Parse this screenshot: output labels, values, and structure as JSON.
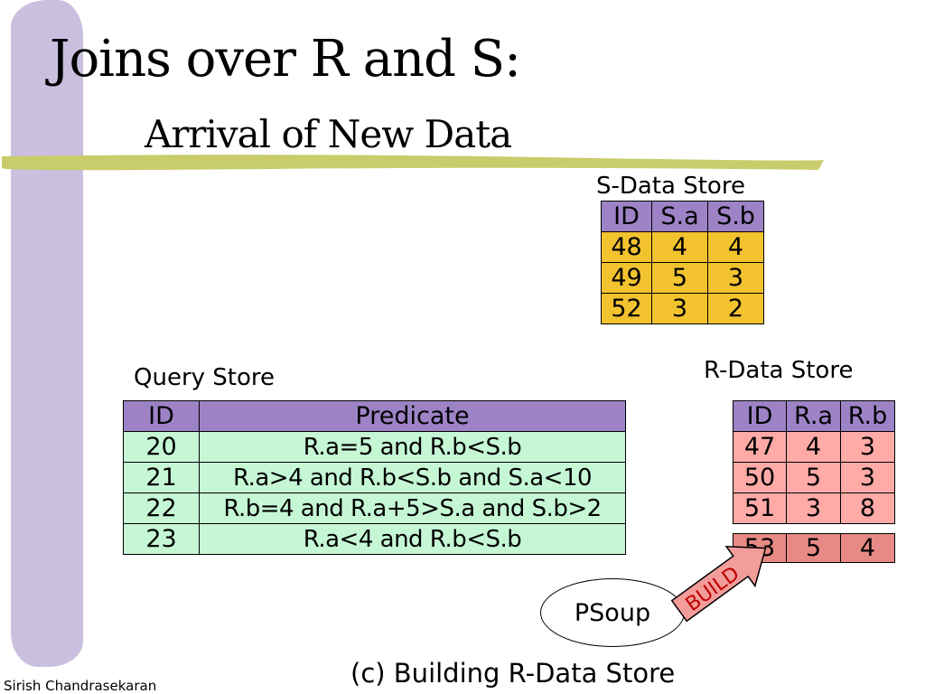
{
  "slide": {
    "title": "Joins over R and S:",
    "subtitle": "Arrival of New Data",
    "caption": "(c) Building R-Data Store",
    "author": "Sirish Chandrasekaran"
  },
  "s_store": {
    "label": "S-Data Store",
    "headers": [
      "ID",
      "S.a",
      "S.b"
    ],
    "rows": [
      [
        "48",
        "4",
        "4"
      ],
      [
        "49",
        "5",
        "3"
      ],
      [
        "52",
        "3",
        "2"
      ]
    ]
  },
  "r_store": {
    "label": "R-Data Store",
    "headers": [
      "ID",
      "R.a",
      "R.b"
    ],
    "rows": [
      [
        "47",
        "4",
        "3"
      ],
      [
        "50",
        "5",
        "3"
      ],
      [
        "51",
        "3",
        "8"
      ]
    ],
    "new_row": [
      "53",
      "5",
      "4"
    ]
  },
  "query_store": {
    "label": "Query Store",
    "headers": [
      "ID",
      "Predicate"
    ],
    "rows": [
      [
        "20",
        "R.a=5 and R.b<S.b"
      ],
      [
        "21",
        "R.a>4 and R.b<S.b and S.a<10"
      ],
      [
        "22",
        "R.b=4 and R.a+5>S.a and S.b>2"
      ],
      [
        "23",
        "R.a<4 and R.b<S.b"
      ]
    ]
  },
  "psoup": {
    "label": "PSoup",
    "arrow_label": "BUILD"
  },
  "colors": {
    "sidebar": "#cbbfdf",
    "title_rule": "#c8cc6a",
    "header_purple": "#9d83c6",
    "s_gold": "#f2c22f",
    "r_pink": "#ffaaa7",
    "r_new_row": "#e78a86",
    "query_green": "#c5f7d5",
    "arrow_fill": "#f29d9a",
    "arrow_text": "#c00000"
  }
}
